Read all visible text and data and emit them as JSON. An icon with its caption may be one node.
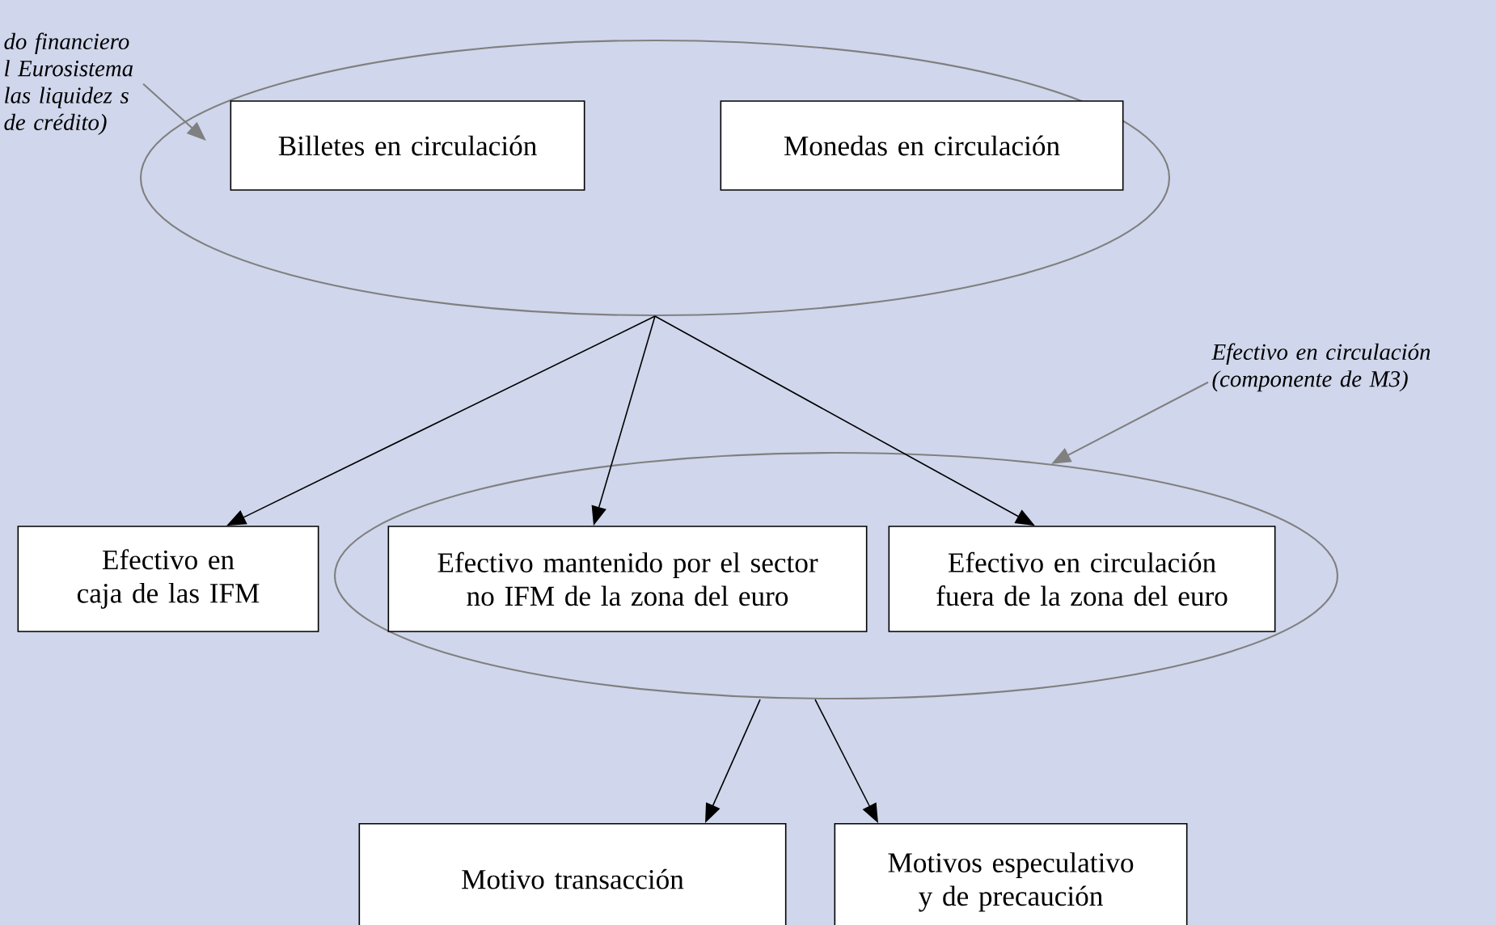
{
  "diagram": {
    "nodes": [
      {
        "text": [],
        "shape": "ellipse"
      },
      {
        "text": [
          "Billetes en circulación"
        ],
        "in": 0
      },
      {
        "text": [
          "Monedas en circulación"
        ],
        "in": 0
      },
      {
        "text": [
          "Efectivo en caja de las IFM"
        ]
      },
      {
        "text": [],
        "shape": "ellipse"
      },
      {
        "text": [
          "Efectivo mantenido por el sector no IFM de la zona del euro"
        ],
        "in": 4
      },
      {
        "text": [
          "Efectivo en circulación fuera de la zona del euro"
        ],
        "in": 4
      },
      {
        "text": [
          "Motivo transacción"
        ]
      },
      {
        "text": [
          "Motivos especulativo y de precaución"
        ]
      },
      {
        "text": [
          "do financiero l Eurosistema las liquidez s de crédito)"
        ]
      },
      {
        "text": [
          "Efectivo en circulación (componente de M3)"
        ]
      }
    ],
    "edges": [
      {
        "from": 0,
        "to": 3,
        "arrow": "to"
      },
      {
        "from": 0,
        "to": 5,
        "arrow": "to"
      },
      {
        "from": 0,
        "to": 6,
        "arrow": "to"
      },
      {
        "from": 4,
        "to": 7,
        "arrow": "to"
      },
      {
        "from": 4,
        "to": 8,
        "arrow": "to"
      },
      {
        "from": 9,
        "to": 0,
        "arrow": "to",
        "color": "#808080"
      },
      {
        "from": 10,
        "to": 4,
        "arrow": "to",
        "color": "#808080"
      }
    ]
  }
}
